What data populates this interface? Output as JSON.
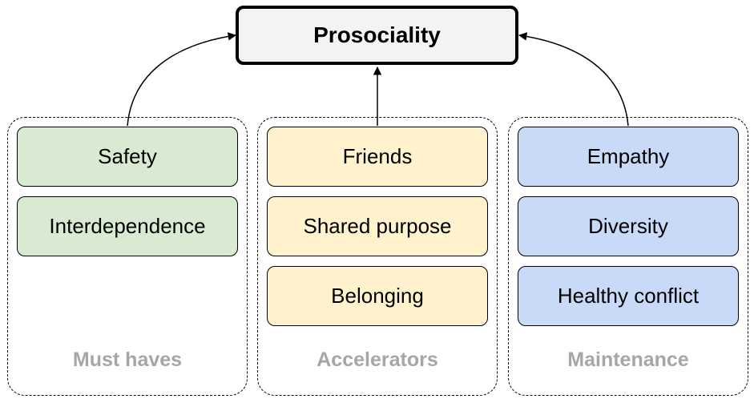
{
  "title": "Prosociality",
  "groups": [
    {
      "label": "Must haves",
      "color": "#d9ead3",
      "items": [
        "Safety",
        "Interdependence"
      ]
    },
    {
      "label": "Accelerators",
      "color": "#fff2cc",
      "items": [
        "Friends",
        "Shared purpose",
        "Belonging"
      ]
    },
    {
      "label": "Maintenance",
      "color": "#c9daf8",
      "items": [
        "Empathy",
        "Diversity",
        "Healthy conflict"
      ]
    }
  ]
}
